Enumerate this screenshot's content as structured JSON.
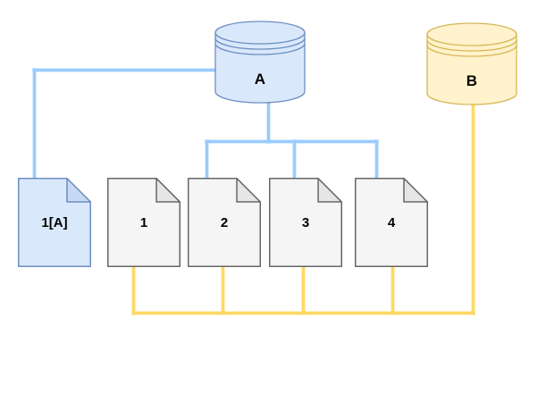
{
  "diagram": {
    "background_color": "#ffffff",
    "nodes": {
      "db_a": {
        "label": "A",
        "type": "database-cylinder",
        "fill": "#dae8fc",
        "stroke": "#6c8ebf"
      },
      "db_b": {
        "label": "B",
        "type": "database-cylinder",
        "fill": "#fff2cc",
        "stroke": "#d6b656"
      },
      "doc_1a": {
        "label": "1[A]",
        "type": "document",
        "fill": "#dae8fc",
        "stroke": "#6c8ebf",
        "fold_fill": "#c8daf3"
      },
      "doc_1": {
        "label": "1",
        "type": "document",
        "fill": "#f5f5f5",
        "stroke": "#666666",
        "fold_fill": "#e6e6e6"
      },
      "doc_2": {
        "label": "2",
        "type": "document",
        "fill": "#f5f5f5",
        "stroke": "#666666",
        "fold_fill": "#e6e6e6"
      },
      "doc_3": {
        "label": "3",
        "type": "document",
        "fill": "#f5f5f5",
        "stroke": "#666666",
        "fold_fill": "#e6e6e6"
      },
      "doc_4": {
        "label": "4",
        "type": "document",
        "fill": "#f5f5f5",
        "stroke": "#666666",
        "fold_fill": "#e6e6e6"
      }
    },
    "edges": {
      "blue_color": "#99ccff",
      "yellow_color": "#ffd966",
      "blue_connections": [
        "A - 1[A]",
        "A - 2",
        "A - 3",
        "A - 4"
      ],
      "yellow_connections": [
        "B - 1",
        "B - 2",
        "B - 3",
        "B - 4"
      ]
    }
  }
}
